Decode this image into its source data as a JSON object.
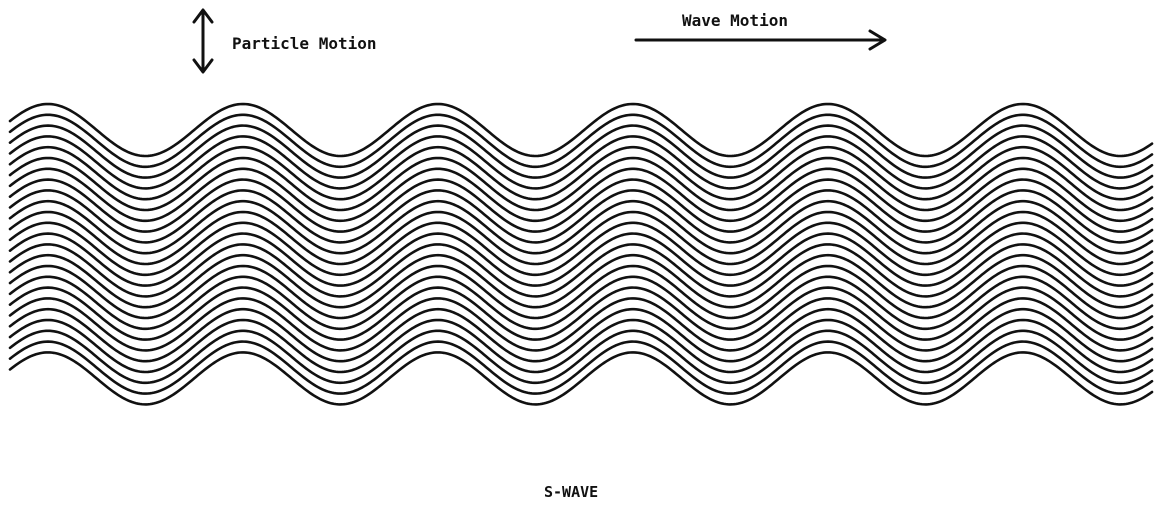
{
  "labels": {
    "particle_motion": "Particle Motion",
    "wave_motion": "Wave Motion",
    "caption": "S-WAVE"
  },
  "colors": {
    "ink": "#111111",
    "background": "#ffffff"
  },
  "icons": {
    "particle_arrow": "double-headed-vertical-arrow-icon",
    "wave_arrow": "right-arrow-icon"
  }
}
